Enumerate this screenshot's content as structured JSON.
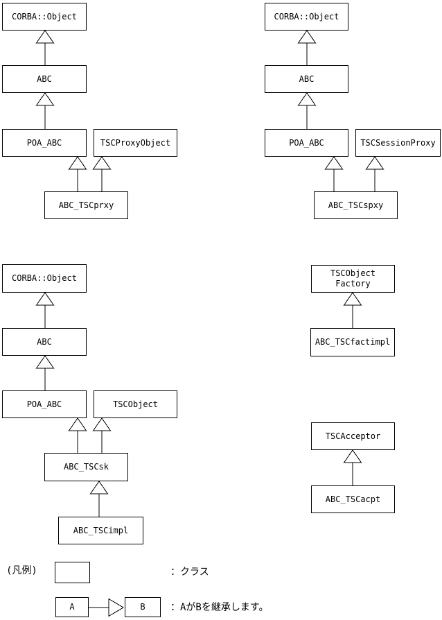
{
  "page": {
    "background": "#ffffff",
    "line_color": "#000000"
  },
  "diagrams": {
    "tsc_proxy": {
      "corba_object": "CORBA::Object",
      "abc": "ABC",
      "poa_abc": "POA_ABC",
      "tsc_proxy_object": "TSCProxyObject",
      "abc_tscprxy": "ABC_TSCprxy"
    },
    "tsc_session_proxy": {
      "corba_object": "CORBA::Object",
      "abc": "ABC",
      "poa_abc": "POA_ABC",
      "tsc_session_proxy": "TSCSessionProxy",
      "abc_tscspxy": "ABC_TSCspxy"
    },
    "tsc_skeleton": {
      "corba_object": "CORBA::Object",
      "abc": "ABC",
      "poa_abc": "POA_ABC",
      "tsc_object": "TSCObject",
      "abc_tscsk": "ABC_TSCsk",
      "abc_tscimpl": "ABC_TSCimpl"
    },
    "tsc_factory": {
      "tsc_object_factory": "TSCObject\nFactory",
      "abc_tscfactimpl": "ABC_TSCfactimpl"
    },
    "tsc_acceptor": {
      "tsc_acceptor": "TSCAcceptor",
      "abc_tscacpt": "ABC_TSCacpt"
    }
  },
  "legend": {
    "caption": "(凡例)",
    "class_note": "：クラス",
    "sample_a": "A",
    "sample_b": "B",
    "inherit_note": "：AがBを継承します。"
  }
}
